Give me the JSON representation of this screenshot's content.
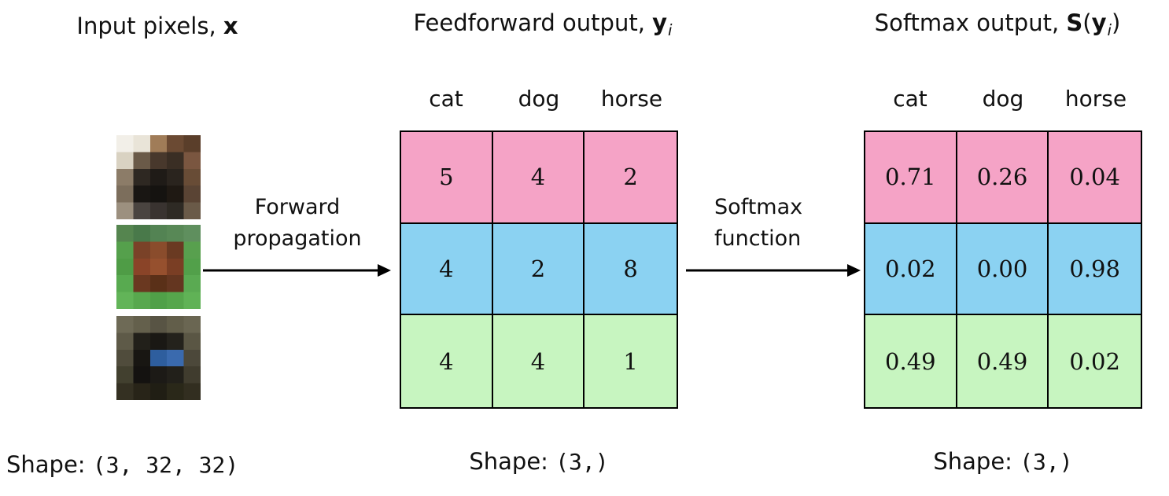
{
  "sections": {
    "input": {
      "title_text": "Input pixels,",
      "title_symbol": "x",
      "images": [
        "cat",
        "horse",
        "dog"
      ],
      "shape_label": "Shape:",
      "shape_value": "(3, 32, 32)"
    },
    "feedforward": {
      "title_text": "Feedforward output,",
      "title_symbol": "y",
      "title_subscript": "i",
      "shape_label": "Shape:",
      "shape_value": "(3,)"
    },
    "softmax_out": {
      "title_text": "Softmax output,",
      "title_fn": "S",
      "title_open": "(",
      "title_symbol": "y",
      "title_subscript": "i",
      "title_close": ")",
      "shape_label": "Shape:",
      "shape_value": "(3,)"
    }
  },
  "arrows": {
    "forward": {
      "line1": "Forward",
      "line2": "propagation"
    },
    "softmax": {
      "line1": "Softmax",
      "line2": "function"
    }
  },
  "tables": {
    "columns": [
      "cat",
      "dog",
      "horse"
    ],
    "row_colors": [
      "#f5a3c6",
      "#8bd2f2",
      "#c7f5c0"
    ],
    "row_labels": [
      "cat-image-row",
      "horse-image-row",
      "dog-image-row"
    ],
    "feedforward": {
      "rows": [
        [
          "5",
          "4",
          "2"
        ],
        [
          "4",
          "2",
          "8"
        ],
        [
          "4",
          "4",
          "1"
        ]
      ]
    },
    "softmax": {
      "rows": [
        [
          "0.71",
          "0.26",
          "0.04"
        ],
        [
          "0.02",
          "0.00",
          "0.98"
        ],
        [
          "0.49",
          "0.49",
          "0.02"
        ]
      ]
    }
  }
}
